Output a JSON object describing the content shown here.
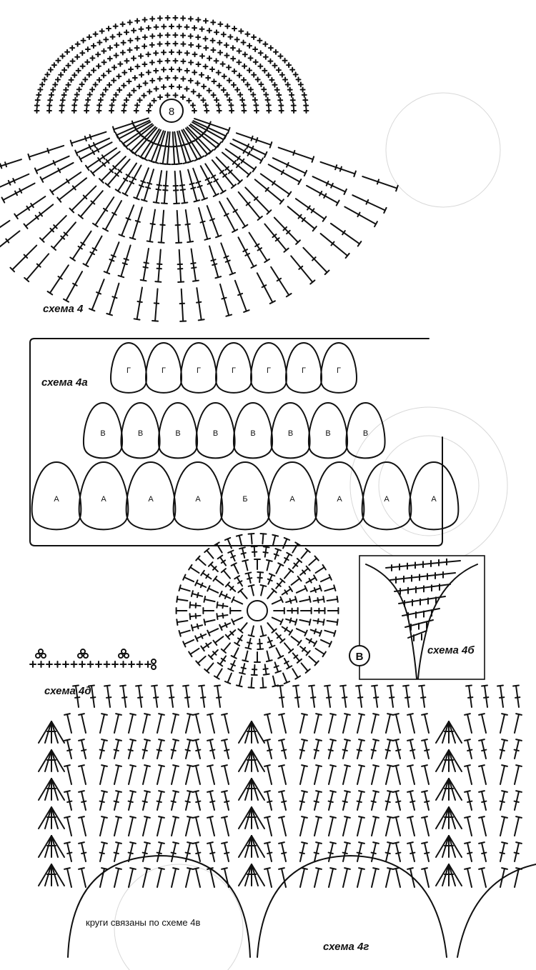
{
  "labels": {
    "scheme4": "схема 4",
    "scheme4a": "схема 4а",
    "scheme4b": "схема 4б",
    "scheme4g": "схема 4г",
    "scheme4d": "схема 4д",
    "note": "круги связаны по схеме 4в",
    "center_mark": "8",
    "marker_b": "В"
  },
  "egg_rows": [
    {
      "row": "top",
      "letters": [
        "Г",
        "Г",
        "Г",
        "Г",
        "Г",
        "Г",
        "Г"
      ]
    },
    {
      "row": "middle",
      "letters": [
        "В",
        "В",
        "В",
        "В",
        "В",
        "В",
        "В",
        "В"
      ]
    },
    {
      "row": "bottom",
      "letters": [
        "А",
        "А",
        "А",
        "А",
        "Б",
        "А",
        "А",
        "А",
        "А"
      ]
    }
  ],
  "colors": {
    "ink": "#111111",
    "paper": "#ffffff",
    "ghost": "#d8d8d8"
  }
}
